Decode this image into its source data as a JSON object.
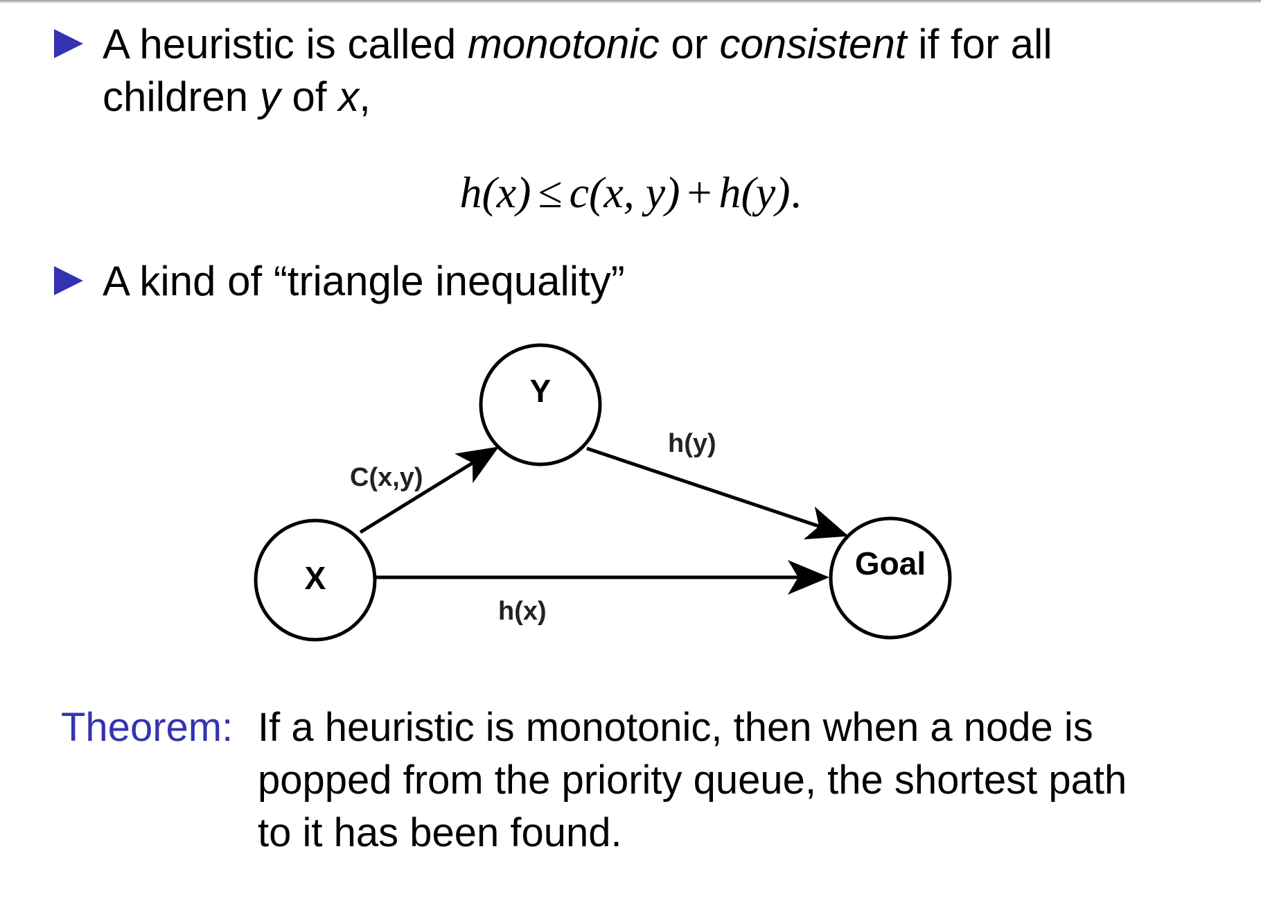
{
  "bullets": [
    {
      "segments": [
        {
          "text": "A heuristic is called ",
          "italic": false
        },
        {
          "text": "monotonic",
          "italic": true
        },
        {
          "text": " or ",
          "italic": false
        },
        {
          "text": "consistent",
          "italic": true
        },
        {
          "text": " if for all",
          "italic": false
        }
      ],
      "continuation": [
        {
          "text": "children ",
          "italic": false
        },
        {
          "text": "y",
          "italic": true
        },
        {
          "text": " of ",
          "italic": false
        },
        {
          "text": "x",
          "italic": true
        },
        {
          "text": ",",
          "italic": false
        }
      ]
    },
    {
      "segments": [
        {
          "text": "A kind of “triangle inequality”",
          "italic": false
        }
      ]
    }
  ],
  "equation": {
    "lhs": "h(x)",
    "op1": "≤",
    "term1": "c(x, y)",
    "op2": "+",
    "term2": "h(y)",
    "end": "."
  },
  "diagram": {
    "nodes": [
      {
        "id": "x",
        "label": "X"
      },
      {
        "id": "y",
        "label": "Y"
      },
      {
        "id": "goal",
        "label": "Goal"
      }
    ],
    "edges": [
      {
        "from": "x",
        "to": "y",
        "label": "C(x,y)"
      },
      {
        "from": "y",
        "to": "goal",
        "label": "h(y)"
      },
      {
        "from": "x",
        "to": "goal",
        "label": "h(x)"
      }
    ]
  },
  "theorem": {
    "label": "Theorem:",
    "lines": [
      "If a heuristic is monotonic, then when a node is",
      "popped from the priority queue, the shortest path",
      "to it has been found."
    ]
  },
  "colors": {
    "accent": "#3333b2",
    "text": "#000000",
    "background": "#ffffff"
  }
}
